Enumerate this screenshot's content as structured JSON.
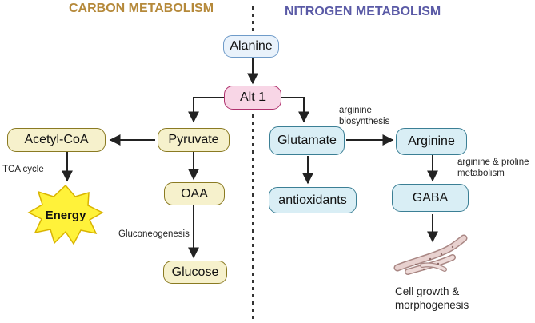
{
  "headers": {
    "carbon": "CARBON METABOLISM",
    "nitrogen": "NITROGEN METABOLISM"
  },
  "nodes": {
    "alanine": "Alanine",
    "alt1": "Alt 1",
    "acetyl_coa": "Acetyl-CoA",
    "pyruvate": "Pyruvate",
    "oaa": "OAA",
    "glucose": "Glucose",
    "energy": "Energy",
    "glutamate": "Glutamate",
    "arginine": "Arginine",
    "antioxidants": "antioxidants",
    "gaba": "GABA"
  },
  "labels": {
    "tca_cycle": "TCA cycle",
    "gluconeogenesis": "Gluconeogenesis",
    "arginine_biosynthesis_1": "arginine",
    "arginine_biosynthesis_2": "biosynthesis",
    "arg_pro_1": "arginine & proline",
    "arg_pro_2": "metabolism",
    "cell_growth_1": "Cell growth &",
    "cell_growth_2": "morphogenesis"
  },
  "colors": {
    "carbon_header": "#b5893a",
    "nitrogen_header": "#5a5aa6",
    "energy_fill": "#fff23a",
    "energy_stroke": "#d9b400",
    "arrow": "#222222"
  }
}
